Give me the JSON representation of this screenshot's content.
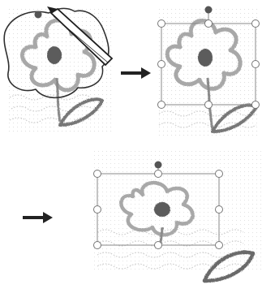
{
  "figure": {
    "panels": [
      {
        "step": 1,
        "action": "lasso-select-drawn-strokes"
      },
      {
        "step": 2,
        "action": "selection-bounding-box-with-handles"
      },
      {
        "step": 3,
        "action": "selection-moved-and-resized"
      }
    ],
    "colors": {
      "background": "#ffffff",
      "petals": "#a3a3a3",
      "petals_light": "#c4c4c4",
      "center": "#5c5c5c",
      "stem_leaf": "#7e7e7e",
      "leaf_dark": "#6b6b6b",
      "dotted_texture": "#b8b8b8",
      "lasso_outline": "#2f2f2f",
      "selection_frame": "#8a8a8a",
      "handle_fill": "#ffffff",
      "handle_stroke": "#777777",
      "rotate_handle": "#555555",
      "arrow": "#222222"
    },
    "icons": {
      "pen": "pencil-icon",
      "flow_arrow": "right-arrow-icon",
      "rotate": "rotate-handle-dot"
    }
  }
}
